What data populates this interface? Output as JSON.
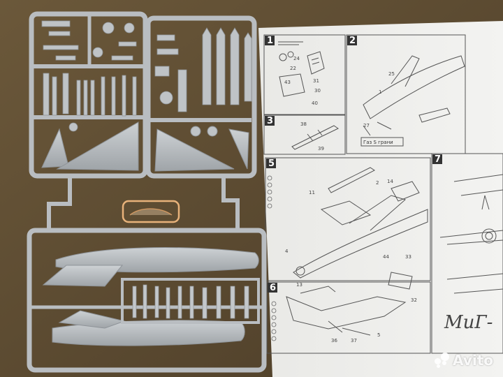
{
  "photo": {
    "subject": "Model kit sprues with instruction sheet",
    "background_color": "#5a4a32",
    "sprue_color": "#b9bdc1",
    "paper_color": "#eeeeec"
  },
  "instructions": {
    "steps": [
      "1",
      "2",
      "3",
      "5",
      "6",
      "7"
    ],
    "note": "Газ S грани",
    "script_label": "МиГ-",
    "parts": [
      "24",
      "22",
      "43",
      "31",
      "40",
      "30",
      "38",
      "39",
      "2",
      "14",
      "11",
      "4",
      "44",
      "13",
      "33",
      "32",
      "36",
      "37",
      "5",
      "25",
      "27",
      "1"
    ]
  },
  "watermark": {
    "brand": "Avito",
    "icon": "avito-dots-icon"
  }
}
